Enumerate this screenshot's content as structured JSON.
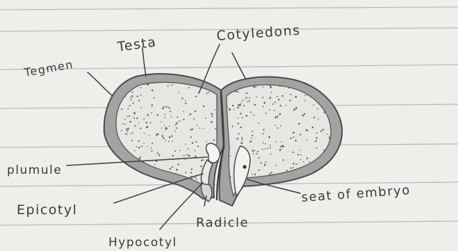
{
  "diagram": {
    "labels": {
      "testa": "Testa",
      "cotyledons": "Cotyledons",
      "tegmen": "Tegmen",
      "plumule": "plumule",
      "epicotyl": "Epicotyl",
      "hypocotyl": "Hypocotyl",
      "radicle": "Radicle",
      "seat_of_embryo": "seat of embryo"
    }
  },
  "colors": {
    "paper": "#efeeea",
    "rule_line": "#b7b9bf",
    "pencil": "#4a4a4c",
    "seed_coat_shade": "#9a9a98",
    "cotyledon_fill": "#e6e6e2"
  }
}
